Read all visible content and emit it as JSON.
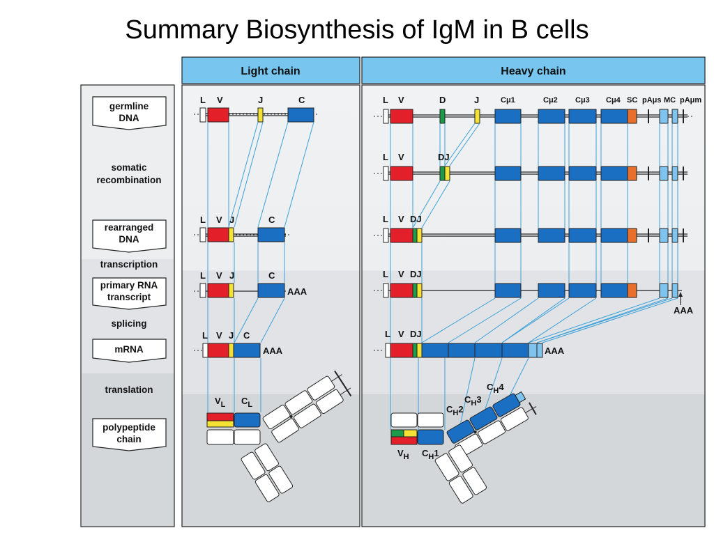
{
  "title": "Summary Biosynthesis of IgM in B cells",
  "headers": {
    "light": "Light chain",
    "heavy": "Heavy chain"
  },
  "side": {
    "germline_1": "germline",
    "germline_2": "DNA",
    "somatic_1": "somatic",
    "somatic_2": "recombination",
    "rearranged_1": "rearranged",
    "rearranged_2": "DNA",
    "transcription": "transcription",
    "primary_1": "primary RNA",
    "primary_2": "transcript",
    "splicing": "splicing",
    "mrna": "mRNA",
    "translation": "translation",
    "poly_1": "polypeptide",
    "poly_2": "chain"
  },
  "segments": {
    "L": "L",
    "V": "V",
    "J": "J",
    "C": "C",
    "D": "D",
    "DJ": "DJ",
    "Cu1": "Cμ1",
    "Cu2": "Cμ2",
    "Cu3": "Cμ3",
    "Cu4": "Cμ4",
    "SC": "SC",
    "pAus": "pAμs",
    "MC": "MC",
    "pAum": "pAμm",
    "AAA": "AAA"
  },
  "domains": {
    "VL": "V",
    "VL_sub": "L",
    "CL": "C",
    "CL_sub": "L",
    "VH": "V",
    "VH_sub": "H",
    "CH1": "C",
    "CH1_sub": "H",
    "CH1_num": "1",
    "CH2": "C",
    "CH2_sub": "H",
    "CH2_num": "2",
    "CH3": "C",
    "CH3_sub": "H",
    "CH3_num": "3",
    "CH4": "C",
    "CH4_sub": "H",
    "CH4_num": "4"
  },
  "colors": {
    "V": "#e3202a",
    "J": "#f4e235",
    "C": "#1b6fc2",
    "D": "#1d9a4a",
    "SC": "#e8702a",
    "M": "#7fc4ee",
    "header": "#78c6ef",
    "panel": "#eef0f2",
    "panel_dark": "#d3d6d9"
  }
}
